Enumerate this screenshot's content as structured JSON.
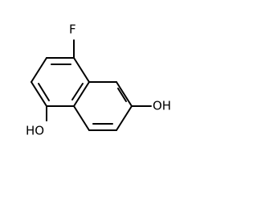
{
  "molecule": {
    "atoms": {
      "fluorine": "F",
      "hydroxyl_left": "HO",
      "hydroxyl_right": "OH"
    },
    "colors": {
      "bond": "#000000",
      "label": "#000000",
      "background": "#ffffff"
    }
  }
}
